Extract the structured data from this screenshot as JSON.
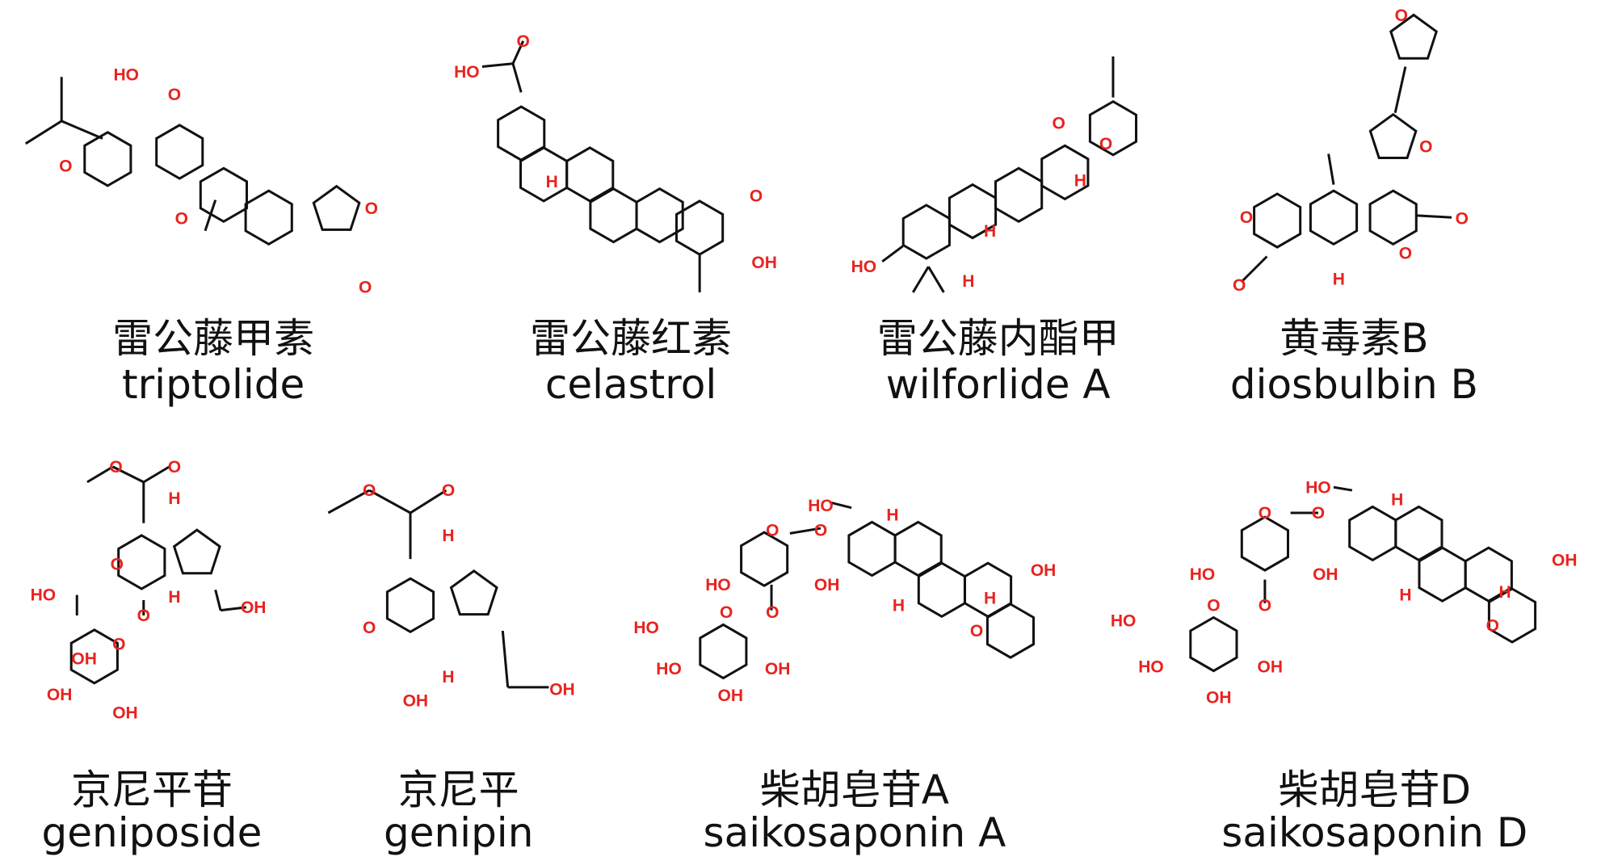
{
  "colors": {
    "bond": "#111111",
    "heteroatom": "#e8231f",
    "text": "#111111"
  },
  "molecules": [
    {
      "name_zh": "雷公藤甲素",
      "name_en": "triptolide",
      "atoms": [
        "HO",
        "O",
        "O",
        "O",
        "O",
        "O"
      ]
    },
    {
      "name_zh": "雷公藤红素",
      "name_en": "celastrol",
      "atoms": [
        "HO",
        "O",
        "H",
        "O",
        "OH"
      ]
    },
    {
      "name_zh": "雷公藤内酯甲",
      "name_en": "wilforlide A",
      "atoms": [
        "O",
        "O",
        "H",
        "H",
        "HO",
        "H"
      ]
    },
    {
      "name_zh": "黄毒素B",
      "name_en": "diosbulbin B",
      "atoms": [
        "O",
        "O",
        "O",
        "O",
        "O",
        "O",
        "H"
      ]
    },
    {
      "name_zh": "京尼平苷",
      "name_en": "geniposide",
      "atoms": [
        "O",
        "O",
        "H",
        "O",
        "H",
        "OH",
        "O",
        "HO",
        "O",
        "OH",
        "OH",
        "OH"
      ]
    },
    {
      "name_zh": "京尼平",
      "name_en": "genipin",
      "atoms": [
        "O",
        "O",
        "H",
        "O",
        "OH",
        "H",
        "OH"
      ]
    },
    {
      "name_zh": "柴胡皂苷A",
      "name_en": "saikosaponin A",
      "atoms": [
        "HO",
        "O",
        "O",
        "H",
        "HO",
        "OH",
        "O",
        "HO",
        "O",
        "HO",
        "OH",
        "OH",
        "H",
        "OH",
        "H",
        "O"
      ]
    },
    {
      "name_zh": "柴胡皂苷D",
      "name_en": "saikosaponin D",
      "atoms": [
        "HO",
        "O",
        "O",
        "H",
        "HO",
        "OH",
        "O",
        "HO",
        "O",
        "HO",
        "OH",
        "OH",
        "H",
        "OH",
        "H",
        "O"
      ]
    }
  ]
}
